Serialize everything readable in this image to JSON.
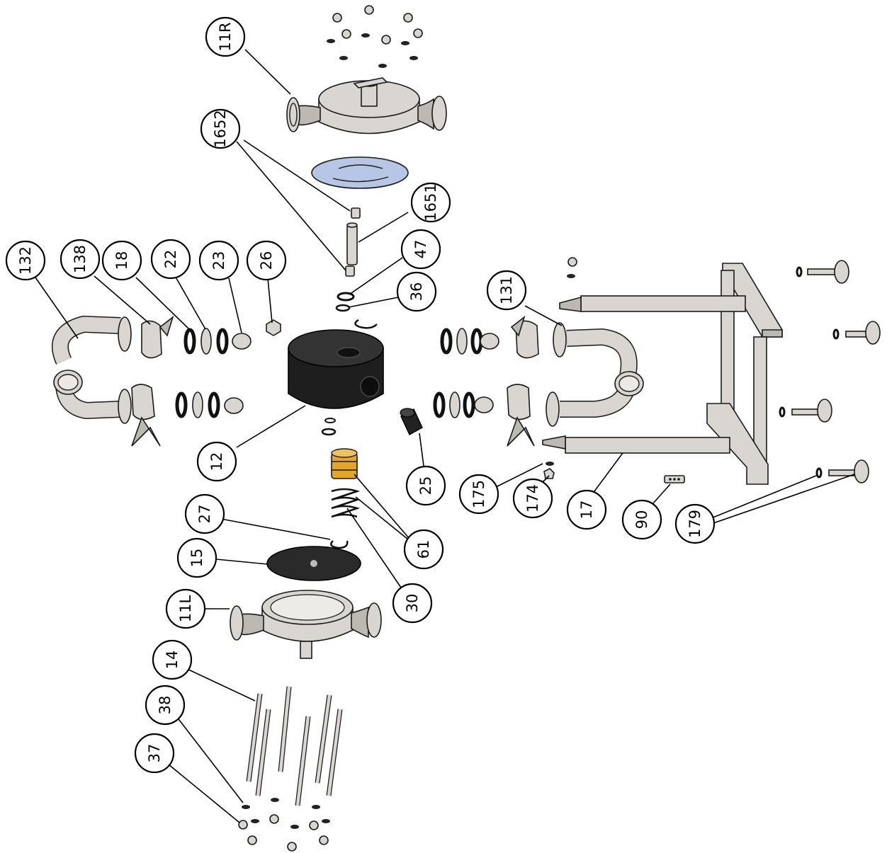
{
  "diagram": {
    "callouts": [
      {
        "id": "c-11r",
        "label": "11R"
      },
      {
        "id": "c-1652",
        "label": "1652"
      },
      {
        "id": "c-1651",
        "label": "1651"
      },
      {
        "id": "c-47",
        "label": "47"
      },
      {
        "id": "c-36",
        "label": "36"
      },
      {
        "id": "c-132",
        "label": "132"
      },
      {
        "id": "c-138",
        "label": "138"
      },
      {
        "id": "c-18",
        "label": "18"
      },
      {
        "id": "c-22",
        "label": "22"
      },
      {
        "id": "c-23",
        "label": "23"
      },
      {
        "id": "c-26",
        "label": "26"
      },
      {
        "id": "c-131",
        "label": "131"
      },
      {
        "id": "c-12",
        "label": "12"
      },
      {
        "id": "c-25",
        "label": "25"
      },
      {
        "id": "c-175",
        "label": "175"
      },
      {
        "id": "c-174",
        "label": "174"
      },
      {
        "id": "c-17",
        "label": "17"
      },
      {
        "id": "c-90",
        "label": "90"
      },
      {
        "id": "c-179",
        "label": "179"
      },
      {
        "id": "c-27",
        "label": "27"
      },
      {
        "id": "c-61",
        "label": "61"
      },
      {
        "id": "c-15",
        "label": "15"
      },
      {
        "id": "c-30",
        "label": "30"
      },
      {
        "id": "c-11l",
        "label": "11L"
      },
      {
        "id": "c-14",
        "label": "14"
      },
      {
        "id": "c-38",
        "label": "38"
      },
      {
        "id": "c-37",
        "label": "37"
      }
    ],
    "colors": {
      "steel": "#d9d6d1",
      "pump_body": "#1e1e1e",
      "diaphragm_blue": "#b7c6e4",
      "diaphragm_black": "#2a2a2a",
      "brass": "#e3a52a"
    }
  }
}
